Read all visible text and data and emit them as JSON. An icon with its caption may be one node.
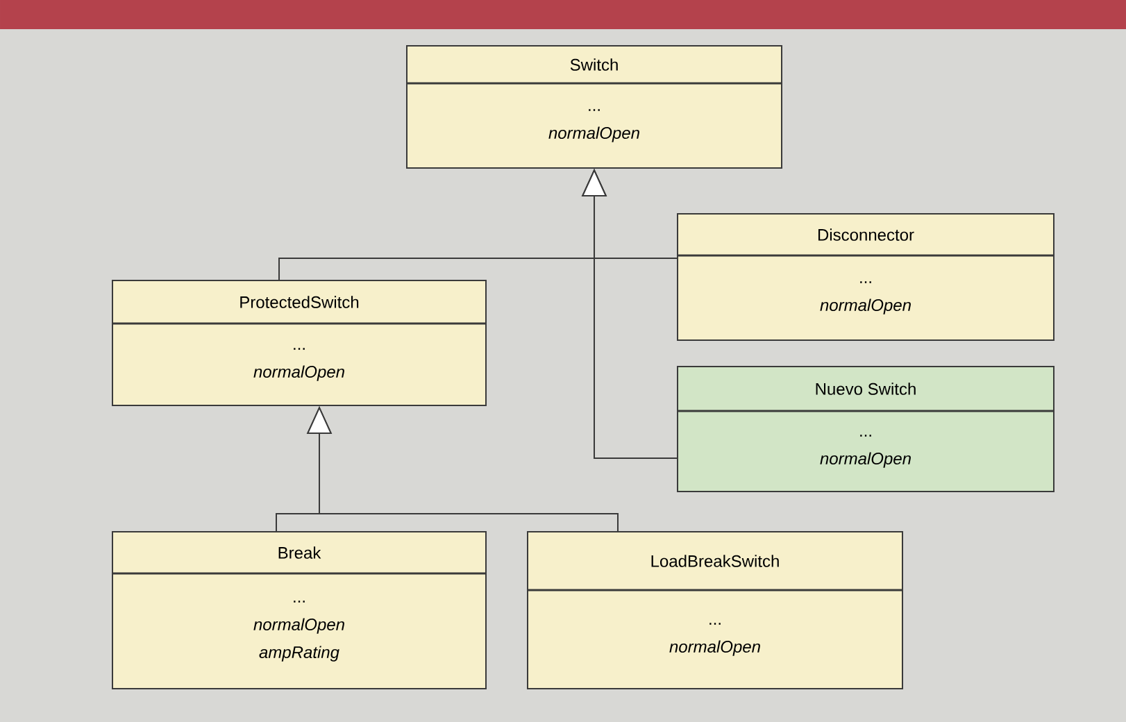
{
  "diagram": {
    "nodes": [
      {
        "text": [
          "Switch",
          "...",
          "normalOpen"
        ]
      },
      {
        "text": [
          "Disconnector",
          "...",
          "normalOpen"
        ]
      },
      {
        "text": [
          "ProtectedSwitch",
          "...",
          "normalOpen"
        ]
      },
      {
        "text": [
          "Nuevo Switch",
          "...",
          "normalOpen"
        ]
      },
      {
        "text": [
          "Break",
          "...",
          "normalOpen",
          "ampRating"
        ]
      },
      {
        "text": [
          "LoadBreakSwitch",
          "...",
          "normalOpen"
        ]
      }
    ],
    "edges": [
      {
        "from": 1,
        "to": 0,
        "arrow": "to"
      },
      {
        "from": 2,
        "to": 0,
        "arrow": "to"
      },
      {
        "from": 3,
        "to": 0,
        "arrow": "to"
      },
      {
        "from": 4,
        "to": 2,
        "arrow": "to"
      },
      {
        "from": 5,
        "to": 2,
        "arrow": "to"
      }
    ]
  }
}
